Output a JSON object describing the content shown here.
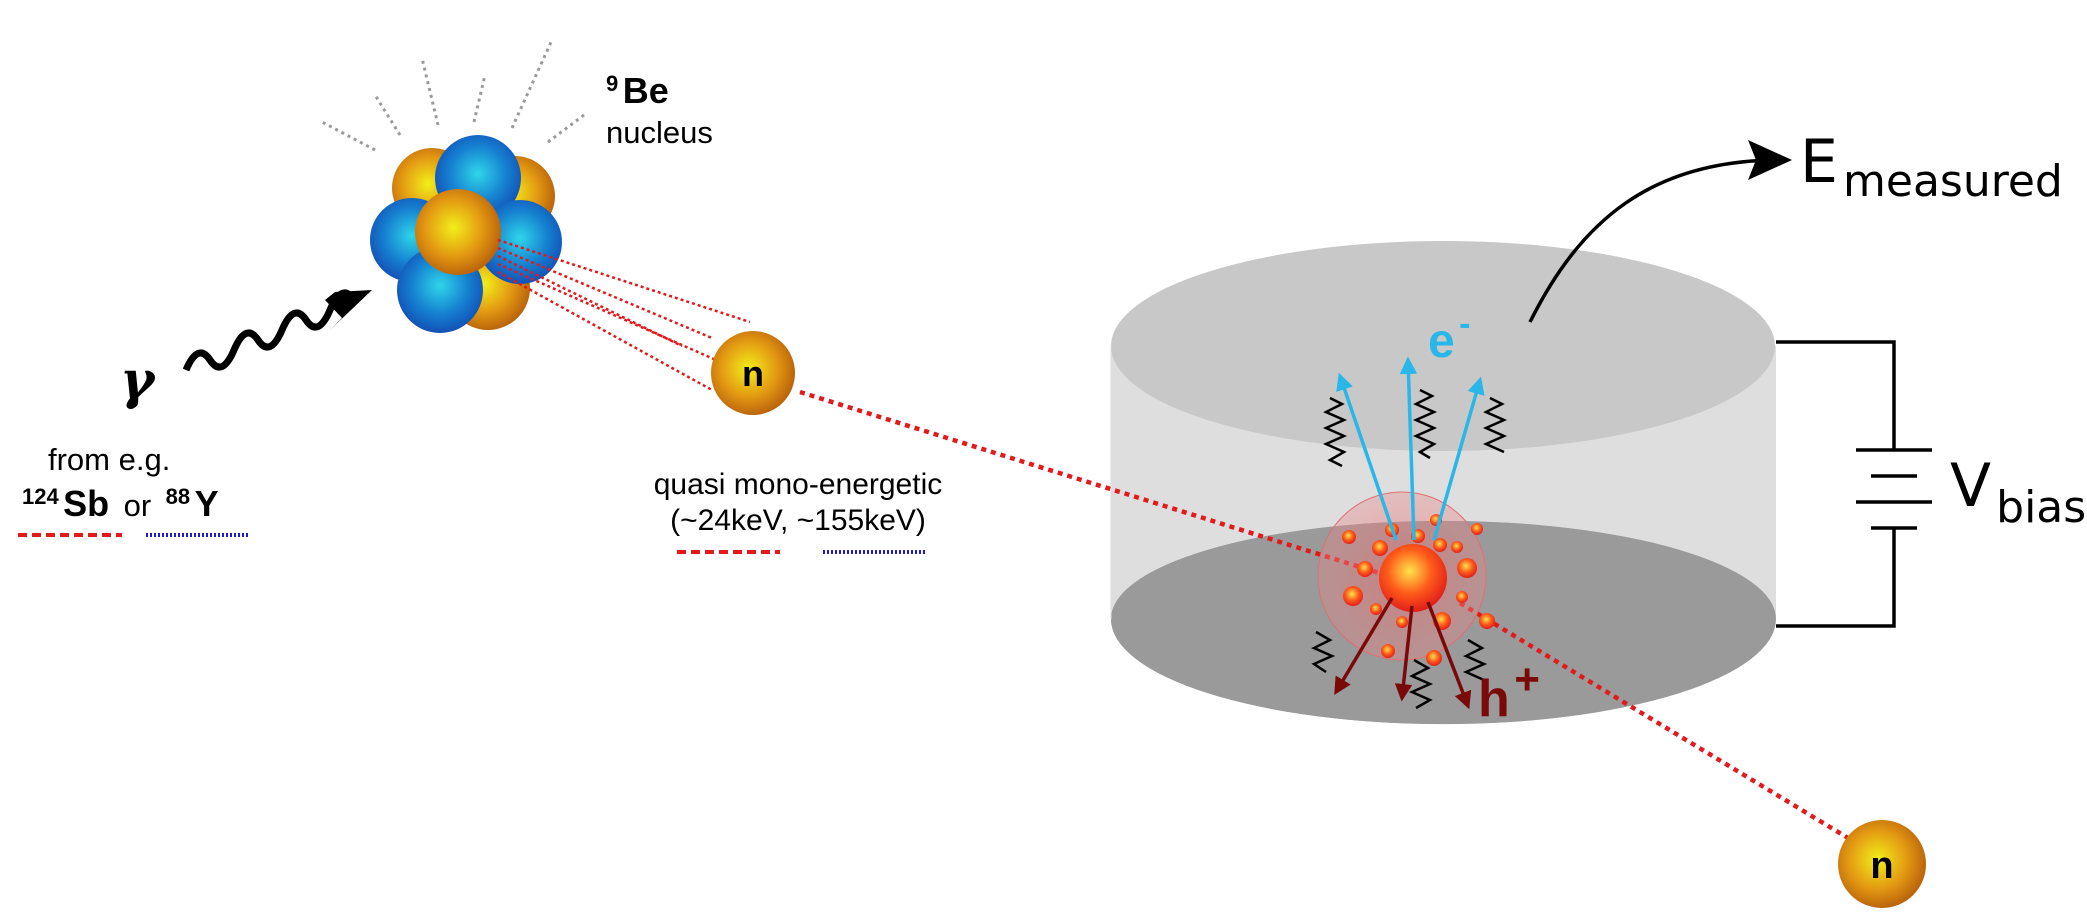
{
  "gamma_source": {
    "symbol": "γ",
    "from_text": "from e.g.",
    "isotope1_mass": "124",
    "isotope1_symbol": "Sb",
    "or_text": "or",
    "isotope2_mass": "88",
    "isotope2_symbol": "Y"
  },
  "nucleus": {
    "mass": "9",
    "symbol": "Be",
    "label": "nucleus"
  },
  "neutron": {
    "symbol": "n",
    "description_line1": "quasi mono-energetic",
    "description_line2": "(~24keV, ~155keV)"
  },
  "detector": {
    "electron_symbol": "e",
    "electron_charge": "-",
    "hole_symbol": "h",
    "hole_charge": "+",
    "energy_symbol": "E",
    "energy_subscript": "measured",
    "voltage_symbol": "V",
    "voltage_subscript": "bias"
  },
  "colors": {
    "red_dashed": "#e31a1c",
    "blue_dotted": "#1a1adb",
    "electron": "#29b6e8",
    "hole": "#7a0a0a",
    "detector_top": "#c8c8c8",
    "detector_side": "#dedede",
    "detector_bottom": "#9a9a9a"
  }
}
